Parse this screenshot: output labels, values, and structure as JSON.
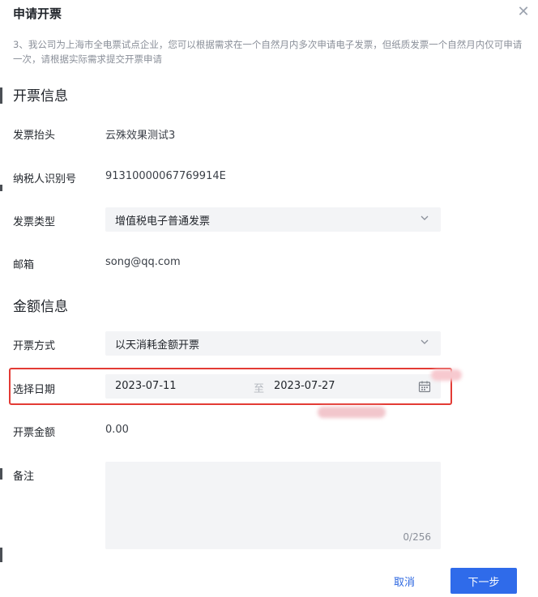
{
  "dialog": {
    "title": "申请开票",
    "close_icon": "close-icon",
    "notice": "3、我公司为上海市全电票试点企业，您可以根据需求在一个自然月内多次申请电子发票，但纸质发票一个自然月内仅可申请一次，请根据实际需求提交开票申请"
  },
  "invoice_info": {
    "section_title": "开票信息",
    "header_label": "发票抬头",
    "header_value": "云殊效果测试3",
    "tax_label": "纳税人识别号",
    "tax_value": "91310000067769914E",
    "type_label": "发票类型",
    "type_value": "增值税电子普通发票",
    "email_label": "邮箱",
    "email_value": "song@qq.com"
  },
  "amount_info": {
    "section_title": "金额信息",
    "method_label": "开票方式",
    "method_value": "以天消耗金额开票",
    "date_label": "选择日期",
    "date_start": "2023-07-11",
    "date_sep": "至",
    "date_end": "2023-07-27",
    "amount_label": "开票金额",
    "amount_value": "0.00",
    "remark_label": "备注",
    "remark_counter": "0/256"
  },
  "footer": {
    "cancel_label": "取消",
    "next_label": "下一步"
  },
  "colors": {
    "primary": "#2f6bea",
    "highlight_border": "#e33b35",
    "field_bg": "#f3f4f6"
  }
}
